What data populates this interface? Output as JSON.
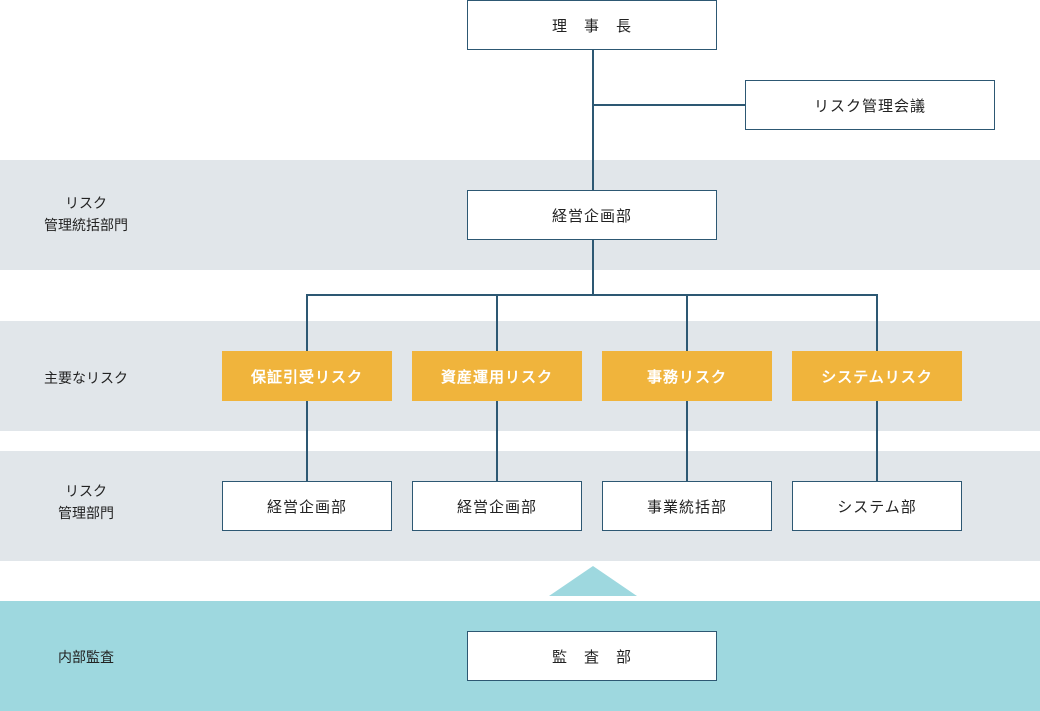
{
  "top": {
    "chairman": "理　事　長",
    "risk_committee": "リスク管理会議"
  },
  "rows": {
    "risk_oversight": {
      "label": "リスク\n管理統括部門",
      "unit": "経営企画部"
    },
    "major_risks": {
      "label": "主要なリスク",
      "items": [
        "保証引受リスク",
        "資産運用リスク",
        "事務リスク",
        "システムリスク"
      ]
    },
    "risk_management": {
      "label": "リスク\n管理部門",
      "items": [
        "経営企画部",
        "経営企画部",
        "事業統括部",
        "システム部"
      ]
    },
    "internal_audit": {
      "label": "内部監査",
      "unit": "監　査　部"
    }
  },
  "colors": {
    "band_grey": "#e1e6ea",
    "band_teal": "#9ed8df",
    "risk_box": "#f0b43c",
    "line": "#2d5873"
  }
}
